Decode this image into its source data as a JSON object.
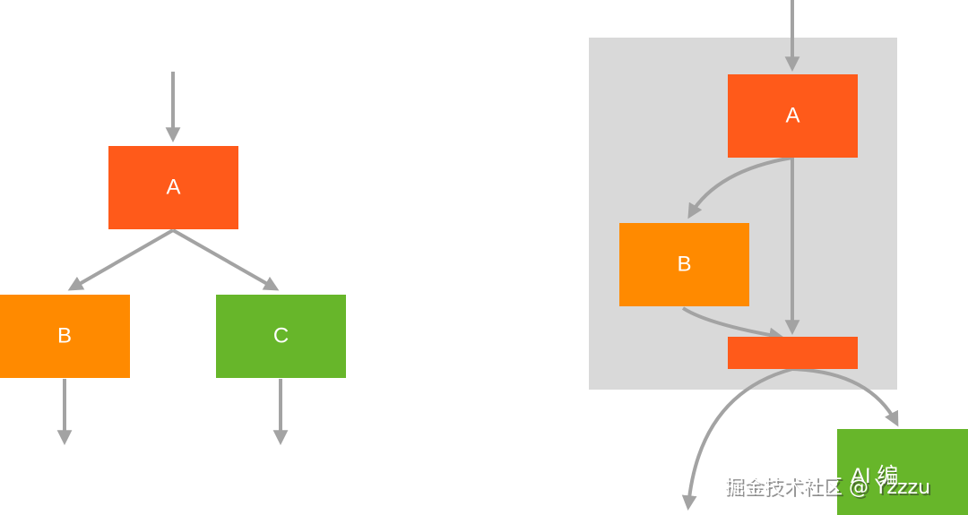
{
  "colors": {
    "node_a": "#ff5a1a",
    "node_b": "#ff8a00",
    "node_c": "#67b62a",
    "edge": "#a3a3a3",
    "group_bg": "#d9d9d9",
    "label": "#ffffff"
  },
  "left_diagram": {
    "nodes": [
      {
        "id": "A",
        "label": "A"
      },
      {
        "id": "B",
        "label": "B"
      },
      {
        "id": "C",
        "label": "C"
      }
    ],
    "edges": [
      {
        "from": "entry",
        "to": "A"
      },
      {
        "from": "A",
        "to": "B"
      },
      {
        "from": "A",
        "to": "C"
      },
      {
        "from": "B",
        "to": "exit"
      },
      {
        "from": "C",
        "to": "exit"
      }
    ]
  },
  "right_diagram": {
    "nodes": [
      {
        "id": "A",
        "label": "A"
      },
      {
        "id": "B",
        "label": "B"
      },
      {
        "id": "join",
        "label": ""
      },
      {
        "id": "next",
        "label": "AI 编"
      }
    ],
    "edges": [
      {
        "from": "entry",
        "to": "A"
      },
      {
        "from": "A",
        "to": "B"
      },
      {
        "from": "A",
        "to": "join"
      },
      {
        "from": "B",
        "to": "join"
      },
      {
        "from": "join",
        "to": "exit"
      },
      {
        "from": "join",
        "to": "next"
      }
    ]
  },
  "watermark": {
    "text": "掘金技术社区 @ Yzzzu"
  }
}
